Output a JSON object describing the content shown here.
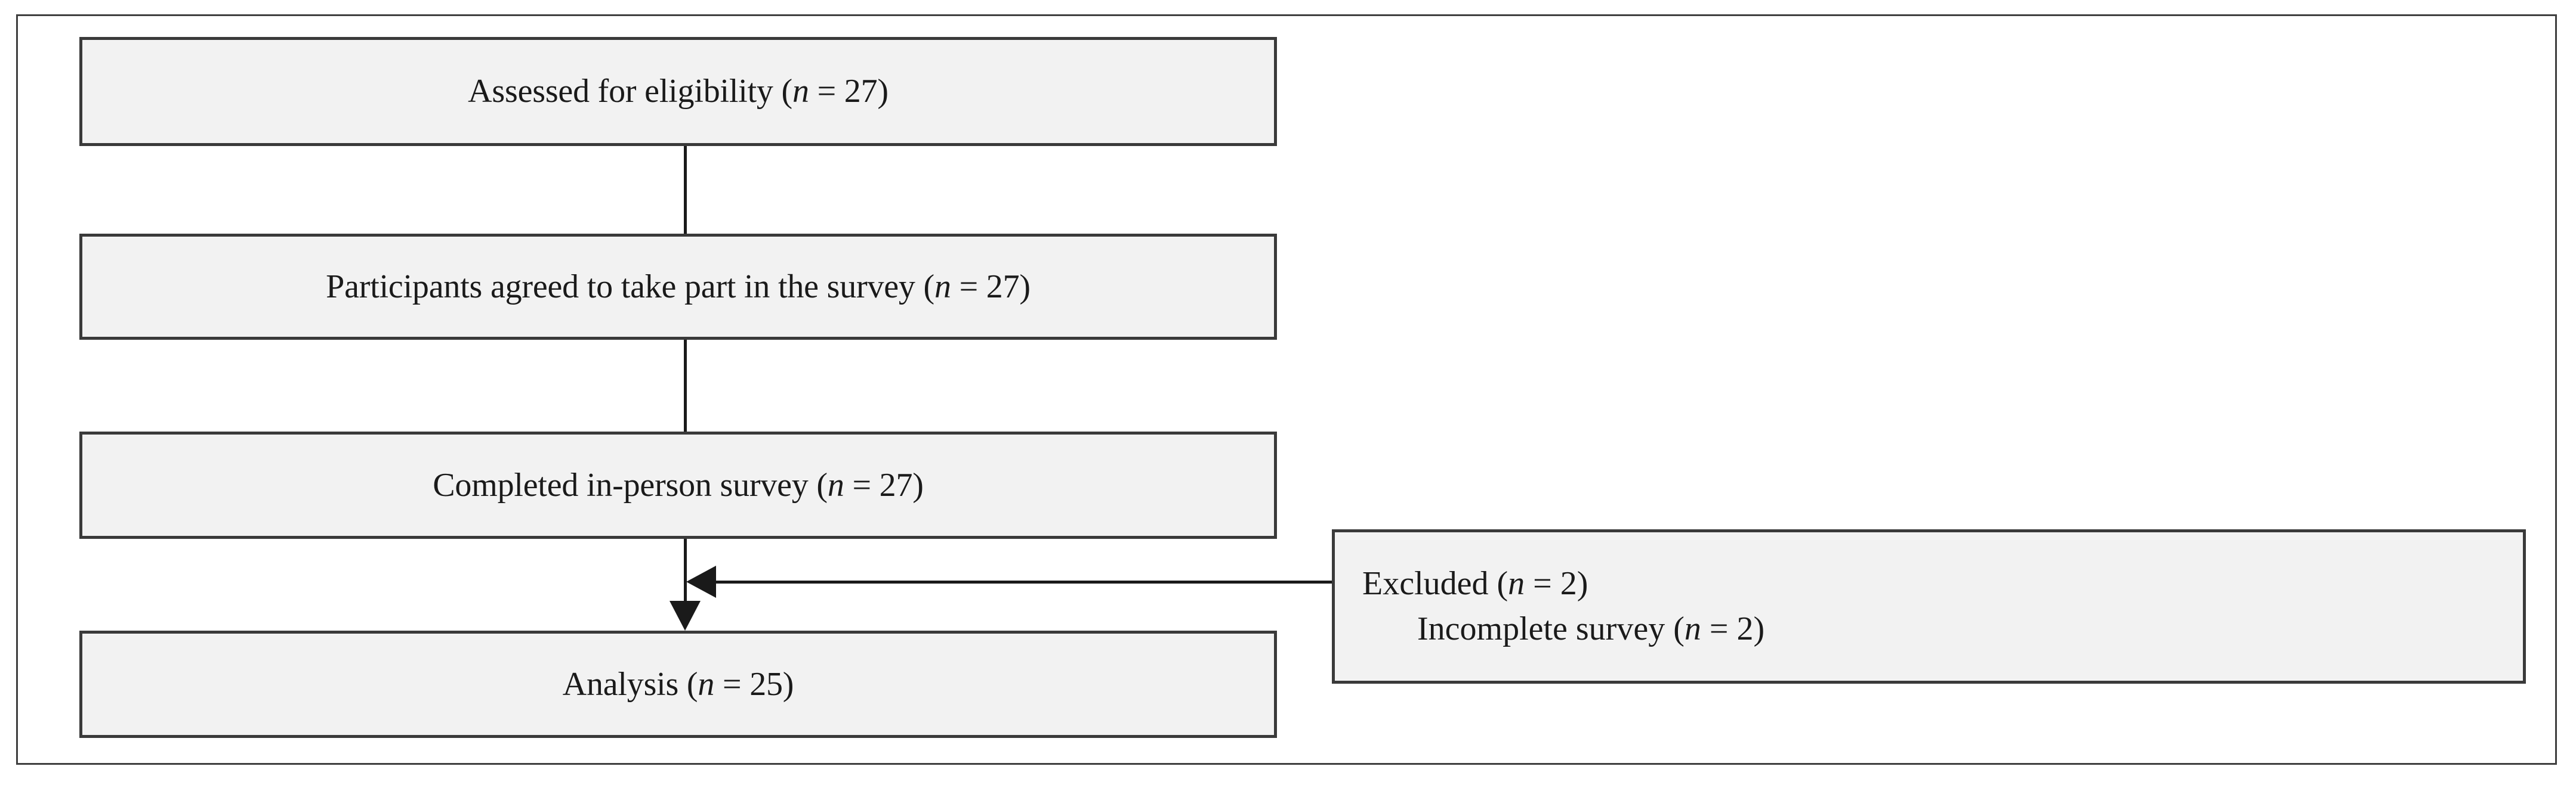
{
  "figure": {
    "type": "flowchart",
    "title": "Participant flow diagram",
    "colors": {
      "box_fill": "#f2f2f2",
      "box_border": "#3a3a3a",
      "frame_border": "#3f3f3f",
      "line": "#1a1a1a",
      "text": "#1a1a1a",
      "background": "#ffffff"
    }
  },
  "nodes": {
    "assessed": {
      "prefix": "Assessed for eligibility (",
      "n_symbol": "n",
      "middle": " = ",
      "count": "27",
      "suffix": ")",
      "full_text": "Assessed for eligibility (n = 27)"
    },
    "agreed": {
      "prefix": "Participants agreed to take part in the survey (",
      "n_symbol": "n",
      "middle": " = ",
      "count": "27",
      "suffix": ")",
      "full_text": "Participants agreed to take part in the survey (n = 27)"
    },
    "completed": {
      "prefix": "Completed in-person survey (",
      "n_symbol": "n",
      "middle": " = ",
      "count": "27",
      "suffix": ")",
      "full_text": "Completed in-person survey (n = 27)"
    },
    "analysis": {
      "prefix": "Analysis (",
      "n_symbol": "n",
      "middle": " = ",
      "count": "25",
      "suffix": ")",
      "full_text": "Analysis (n = 25)"
    },
    "excluded": {
      "line1": {
        "prefix": "Excluded (",
        "n_symbol": "n",
        "middle": " = ",
        "count": "2",
        "suffix": ")",
        "full_text": "Excluded (n = 2)"
      },
      "line2": {
        "prefix": "Incomplete survey (",
        "n_symbol": "n",
        "middle": " = ",
        "count": "2",
        "suffix": ")",
        "full_text": "Incomplete survey (n = 2)"
      }
    }
  },
  "edges": [
    {
      "id": "assessed-to-agreed",
      "from": "assessed",
      "to": "agreed",
      "style": "plain-line",
      "direction": "down"
    },
    {
      "id": "agreed-to-completed",
      "from": "agreed",
      "to": "completed",
      "style": "plain-line",
      "direction": "down"
    },
    {
      "id": "completed-to-analysis",
      "from": "completed",
      "to": "analysis",
      "style": "arrow",
      "direction": "down"
    },
    {
      "id": "excluded-to-flow",
      "from": "excluded",
      "to": "completed-to-analysis",
      "style": "arrow",
      "direction": "left"
    }
  ]
}
